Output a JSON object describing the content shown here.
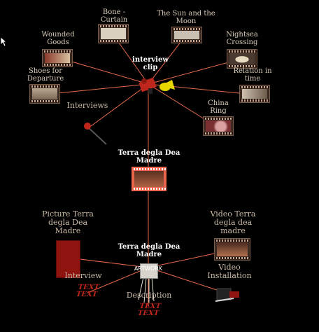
{
  "nodes": {
    "bone_curtain": "Bone -\nCurtain",
    "sun_moon": "The Sun and the\nMoon",
    "wounded_goods": "Wounded\nGoods",
    "nightsea_crossing": "Nightsea\nCrossing",
    "interview_clip": "interview\nclip",
    "shoes_departure": "Shoes for\nDeparture",
    "relation_time": "Relation in\ntime",
    "interviews": "Interviews",
    "china_ring": "China\nRing",
    "terra_top": "Terra degla Dea\nMadre",
    "picture_terra": "Picture Terra\ndegla Dea\nMadre",
    "video_terra": "Video Terra\ndegla dea\nmadre",
    "terra_center": "Terra degla Dea\nMadre",
    "artwork": "ARTWORK",
    "interview": "Interview",
    "video_installation": "Video\nInstallation",
    "description": "Description",
    "text_icon_a": "TEXT\nTEXT",
    "text_icon_b": "TEXT\nTEXT"
  },
  "colors": {
    "link": "#e86a4a",
    "label": "#d8cbb8",
    "accent_red": "#cc2a1e",
    "yellow": "#e8d800"
  }
}
